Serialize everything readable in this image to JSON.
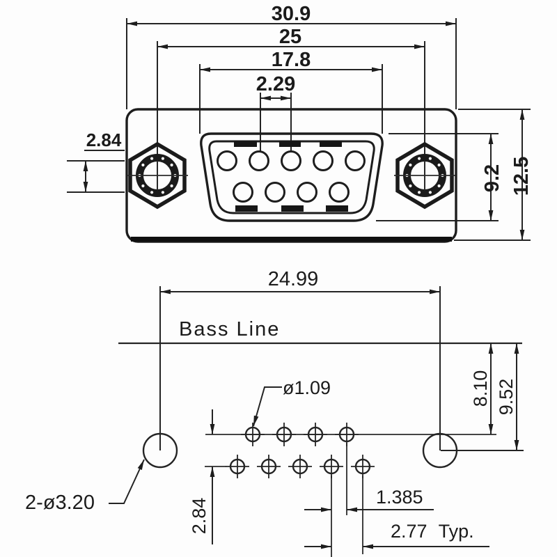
{
  "colors": {
    "ink": "#1f1f1f",
    "background": "#fdfdfd"
  },
  "front_view": {
    "dim_overall_width": "30.9",
    "dim_mount_spacing": "25",
    "dim_shell_width": "17.8",
    "dim_pin_pitch": "2.29",
    "dim_row_spacing": "2.84",
    "dim_shell_height": "9.2",
    "dim_body_height": "12.5"
  },
  "footprint_view": {
    "dim_mount_spacing": "24.99",
    "baseline_label": "Bass Line",
    "dim_pin_hole_dia": "ø1.09",
    "dim_mount_hole_dia": "2-ø3.20",
    "dim_row_spacing": "2.84",
    "dim_half_pitch": "1.385",
    "dim_pin_pitch": "2.77 Typ.",
    "dim_row_offset": "8.10",
    "dim_mount_offset": "9.52"
  }
}
